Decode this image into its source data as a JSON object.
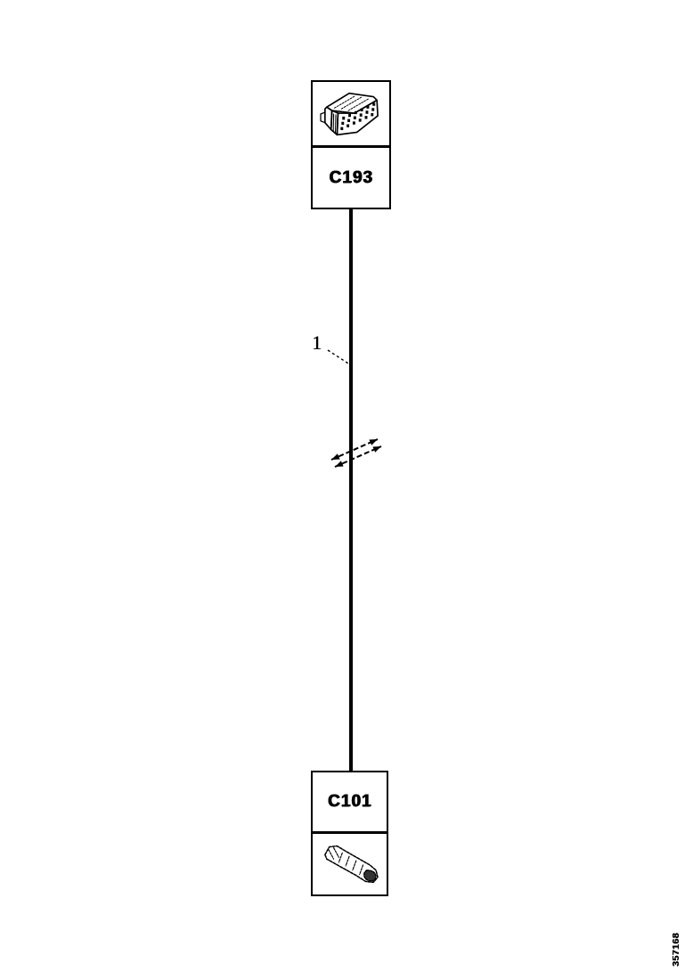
{
  "page": {
    "background_color": "#ffffff",
    "line_color": "#000000"
  },
  "diagram": {
    "top_connector": {
      "label": "C193",
      "icon": "multipin-connector"
    },
    "bottom_connector": {
      "label": "C101",
      "icon": "terminal-pin"
    },
    "wire": {
      "callout_number": "1"
    },
    "figure_number": "357168"
  }
}
